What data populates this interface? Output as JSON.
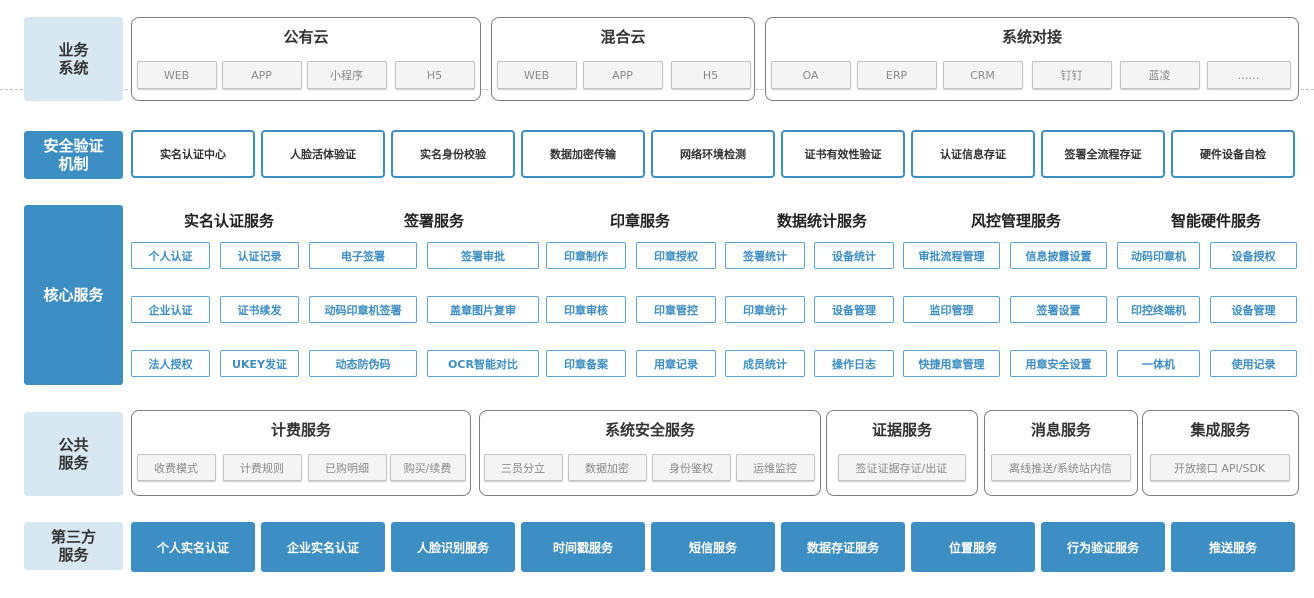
{
  "rows": {
    "business": "业务\n系统",
    "security": "安全验证\n机制",
    "core": "核心服务",
    "public": "公共\n服务",
    "third": "第三方\n服务"
  },
  "business": [
    {
      "title": "公有云",
      "items": [
        "WEB",
        "APP",
        "小程序",
        "H5"
      ]
    },
    {
      "title": "混合云",
      "items": [
        "WEB",
        "APP",
        "H5"
      ]
    },
    {
      "title": "系统对接",
      "items": [
        "OA",
        "ERP",
        "CRM",
        "钉钉",
        "蓝凌",
        "……"
      ]
    }
  ],
  "security": [
    "实名认证中心",
    "人脸活体验证",
    "实名身份校验",
    "数据加密传输",
    "网络环境检测",
    "证书有效性验证",
    "认证信息存证",
    "签署全流程存证",
    "硬件设备自检"
  ],
  "core": {
    "categories": [
      "实名认证服务",
      "签署服务",
      "印章服务",
      "数据统计服务",
      "风控管理服务",
      "智能硬件服务"
    ],
    "rows": [
      [
        "个人认证",
        "认证记录",
        "电子签署",
        "签署审批",
        "印章制作",
        "印章授权",
        "签署统计",
        "设备统计",
        "审批流程管理",
        "信息披露设置",
        "动码印章机",
        "设备授权"
      ],
      [
        "企业认证",
        "证书续发",
        "动码印章机签署",
        "盖章图片复审",
        "印章审核",
        "印章管控",
        "印章统计",
        "设备管理",
        "监印管理",
        "签署设置",
        "印控终端机",
        "设备管理"
      ],
      [
        "法人授权",
        "UKEY发证",
        "动态防伪码",
        "OCR智能对比",
        "印章备案",
        "用章记录",
        "成员统计",
        "操作日志",
        "快捷用章管理",
        "用章安全设置",
        "一体机",
        "使用记录"
      ]
    ]
  },
  "public": [
    {
      "title": "计费服务",
      "items": [
        "收费模式",
        "计费规则",
        "已购明细",
        "购买/续费"
      ]
    },
    {
      "title": "系统安全服务",
      "items": [
        "三员分立",
        "数据加密",
        "身份鉴权",
        "运维监控"
      ]
    },
    {
      "title": "证据服务",
      "items": [
        "签证证据存证/出证"
      ]
    },
    {
      "title": "消息服务",
      "items": [
        "离线推送/系统站内信"
      ]
    },
    {
      "title": "集成服务",
      "items": [
        "开放接口 API/SDK"
      ]
    }
  ],
  "third": [
    "个人实名认证",
    "企业实名认证",
    "人脸识别服务",
    "时间戳服务",
    "短信服务",
    "数据存证服务",
    "位置服务",
    "行为验证服务",
    "推送服务"
  ],
  "colors": {
    "accent": "#3d8ec3",
    "light": "#d7e8f3",
    "chip_border": "#c3c3c3"
  }
}
